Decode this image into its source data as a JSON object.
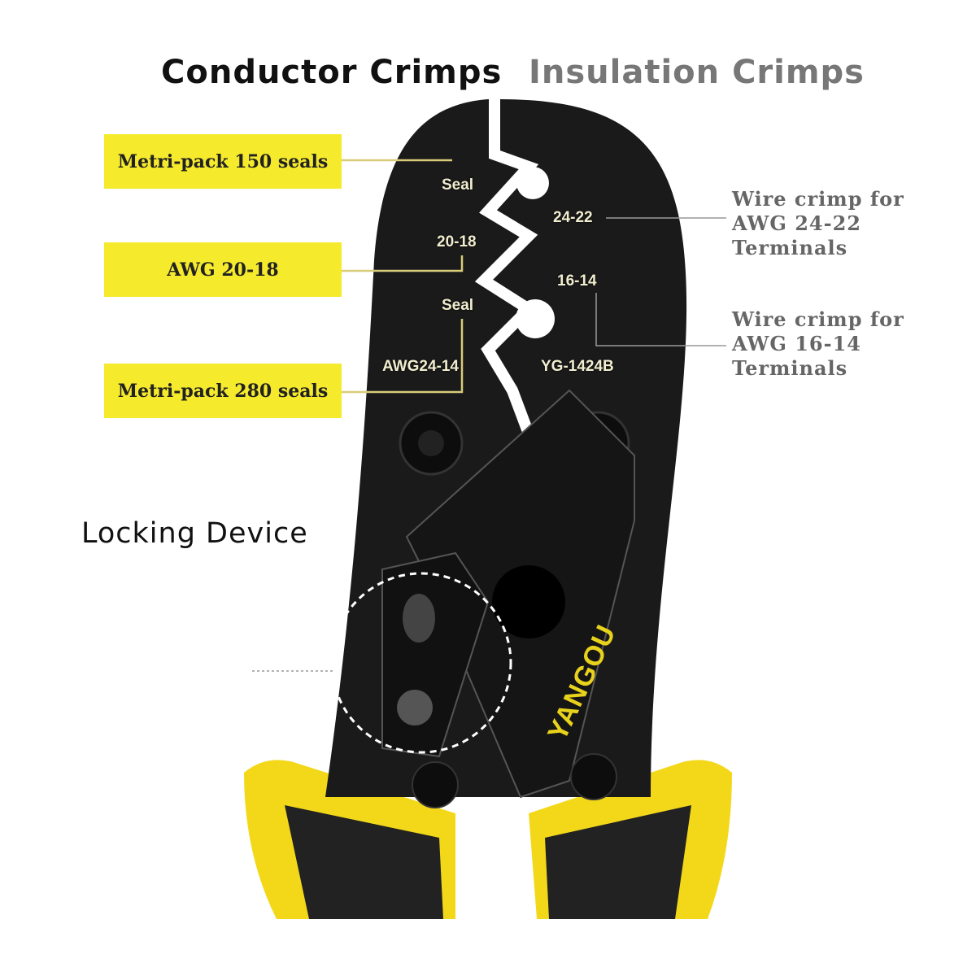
{
  "headings": {
    "conductor": "Conductor Crimps",
    "insulation": "Insulation Crimps"
  },
  "left_callouts": [
    "Metri-pack 150 seals",
    "AWG 20-18",
    "Metri-pack 280 seals"
  ],
  "right_callouts": [
    {
      "lines": [
        "Wire crimp for",
        "AWG 24-22",
        "Terminals"
      ]
    },
    {
      "lines": [
        "Wire crimp for",
        "AWG 16-14",
        "Terminals"
      ]
    }
  ],
  "tool_labels": {
    "seal_top": "Seal",
    "g2422": "24-22",
    "g2018": "20-18",
    "g1614": "16-14",
    "seal_bottom": "Seal",
    "awg_range": "AWG24-14",
    "model": "YG-1424B"
  },
  "locking_label": "Locking Device",
  "brand": "YANGOU",
  "colors": {
    "highlight": "#f6ea2c",
    "handle": "#f3d81a",
    "tool": "#1a1a1a"
  }
}
